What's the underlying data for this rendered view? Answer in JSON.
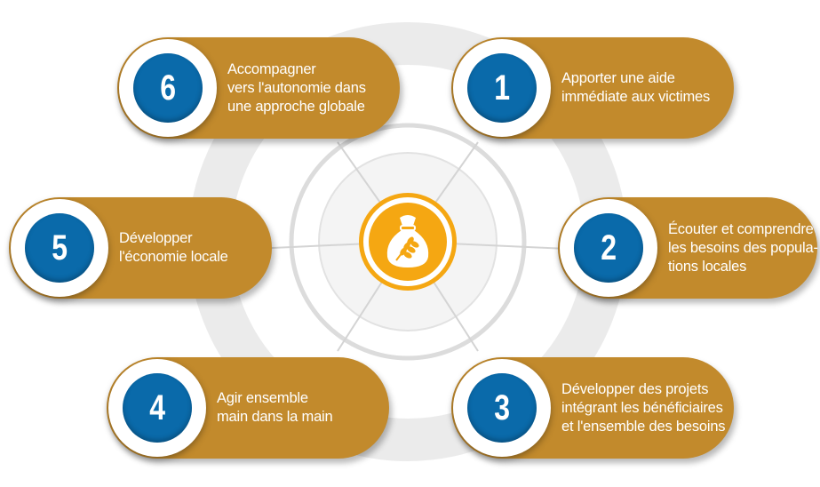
{
  "diagram": {
    "center_icon": "grain-sack-icon",
    "colors": {
      "pill": "#c28a2c",
      "badge": "#0a6aaa",
      "hub": "#f5a712",
      "ring": "#e9e9e9",
      "inner_ring": "#d9d9d9"
    },
    "steps": [
      {
        "number": "1",
        "lines": [
          "Apporter une aide",
          "immédiate aux victimes"
        ]
      },
      {
        "number": "2",
        "lines": [
          "Écouter et comprendre",
          "les besoins des popula-",
          "tions locales"
        ]
      },
      {
        "number": "3",
        "lines": [
          "Développer des projets",
          "intégrant les bénéficiaires",
          "et l'ensemble des besoins"
        ]
      },
      {
        "number": "4",
        "lines": [
          "Agir ensemble",
          "main dans la main"
        ]
      },
      {
        "number": "5",
        "lines": [
          "Développer",
          "l'économie locale"
        ]
      },
      {
        "number": "6",
        "lines": [
          "Accompagner",
          "vers l'autonomie dans",
          "une approche globale"
        ]
      }
    ]
  }
}
